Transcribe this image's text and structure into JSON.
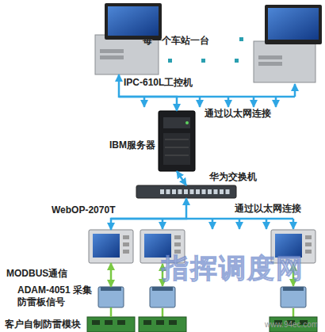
{
  "diagram": {
    "nodes": [
      {
        "text": [
          "IPC-610L工控机"
        ]
      },
      {
        "text": [
          "IBM服务器"
        ]
      },
      {
        "text": [
          "华为交换机"
        ]
      },
      {
        "text": [
          "WebOP-2070T"
        ]
      },
      {
        "text": [
          "ADAM-4051 采集防雷板信号"
        ]
      },
      {
        "text": [
          "客户自制防雷模块"
        ]
      }
    ],
    "edges": [
      {
        "from": 0,
        "to": 1,
        "label": "通过以太网连接",
        "arrow": "both"
      },
      {
        "from": 1,
        "to": 2,
        "arrow": "both"
      },
      {
        "from": 2,
        "to": 3,
        "label": "通过以太网连接",
        "arrow": "both"
      },
      {
        "from": 3,
        "to": 4,
        "label": "MODBUS通信",
        "arrow": "both"
      },
      {
        "from": 4,
        "to": 5,
        "arrow": "none"
      }
    ],
    "labels": [
      "每一个车站一台",
      "指挥调度网",
      "www.94ec.com"
    ]
  }
}
